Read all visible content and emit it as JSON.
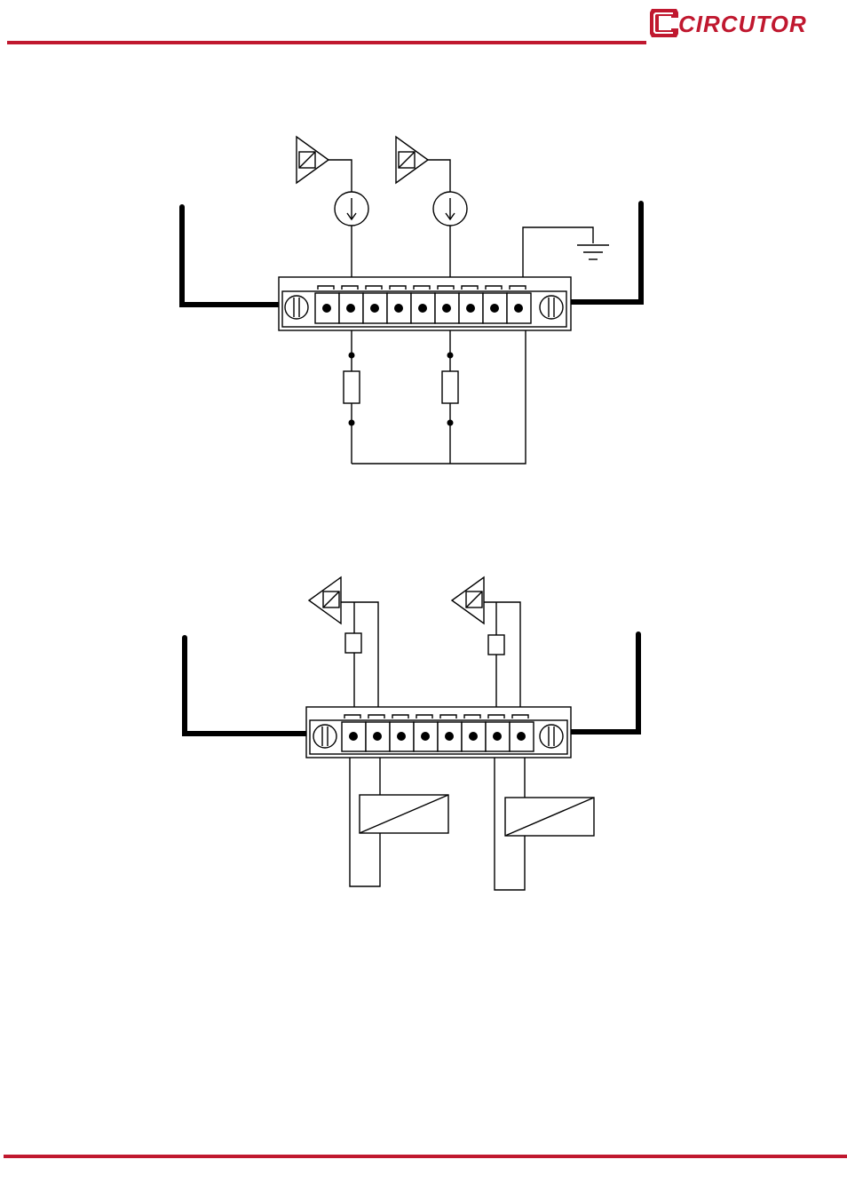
{
  "brand": {
    "name": "CIRCUTOR",
    "color": "#c0182f"
  },
  "page": {
    "rule_color": "#c0182f"
  },
  "diagrams": [
    {
      "description_id": "connection-diagram-1",
      "elements": [
        "transducer-icon",
        "current-source-icon",
        "ground-icon",
        "resistor",
        "terminal-block"
      ]
    },
    {
      "description_id": "connection-diagram-2",
      "elements": [
        "transducer-icon",
        "resistor",
        "relay-coil",
        "terminal-block"
      ]
    }
  ]
}
